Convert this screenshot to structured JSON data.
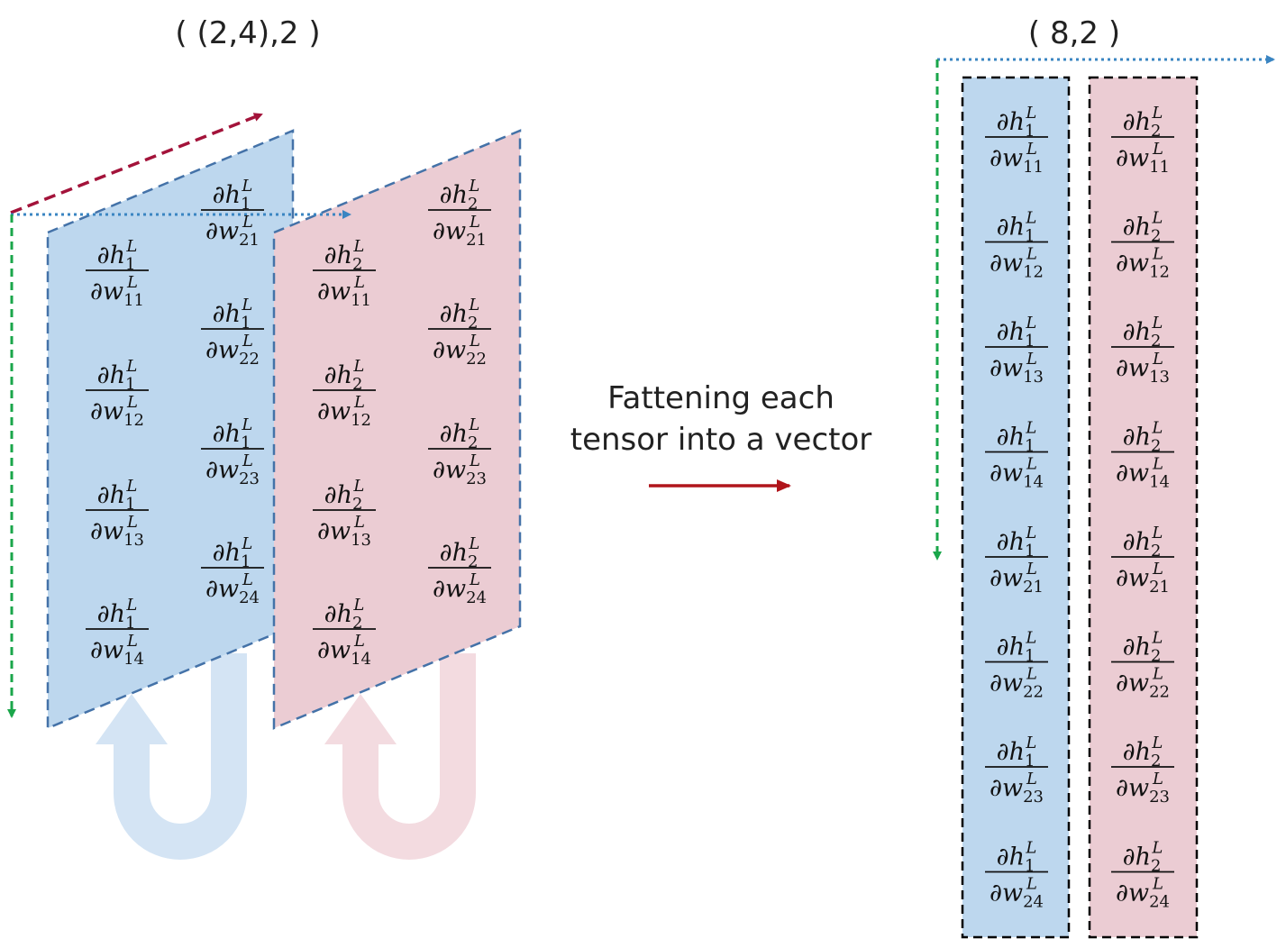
{
  "left_shape_label": "( (2,4),2 )",
  "right_shape_label": "( 8,2 )",
  "transform_text": [
    "Fattening each",
    "tensor into a vector"
  ],
  "colors": {
    "blue_fill": "#bdd7ee",
    "pink_fill": "#ebccd3",
    "blue_arrow_pale": "#d4e4f4",
    "pink_arrow_pale": "#f3dbe0",
    "dashed_border": "#4472a8",
    "red_dash": "#a3133a",
    "blue_dot": "#3a85c2",
    "green_dash": "#1aa64a",
    "arrow_red": "#b0151b",
    "box_border": "#000000"
  },
  "left_panels": [
    {
      "index": 1,
      "column_1": [
        {
          "h": "h",
          "h_sub": "1",
          "h_sup": "L",
          "w": "w",
          "w_sub": "11",
          "w_sup": "L"
        },
        {
          "h": "h",
          "h_sub": "1",
          "h_sup": "L",
          "w": "w",
          "w_sub": "12",
          "w_sup": "L"
        },
        {
          "h": "h",
          "h_sub": "1",
          "h_sup": "L",
          "w": "w",
          "w_sub": "13",
          "w_sup": "L"
        },
        {
          "h": "h",
          "h_sub": "1",
          "h_sup": "L",
          "w": "w",
          "w_sub": "14",
          "w_sup": "L"
        }
      ],
      "column_2": [
        {
          "h": "h",
          "h_sub": "1",
          "h_sup": "L",
          "w": "w",
          "w_sub": "21",
          "w_sup": "L"
        },
        {
          "h": "h",
          "h_sub": "1",
          "h_sup": "L",
          "w": "w",
          "w_sub": "22",
          "w_sup": "L"
        },
        {
          "h": "h",
          "h_sub": "1",
          "h_sup": "L",
          "w": "w",
          "w_sub": "23",
          "w_sup": "L"
        },
        {
          "h": "h",
          "h_sub": "1",
          "h_sup": "L",
          "w": "w",
          "w_sub": "24",
          "w_sup": "L"
        }
      ]
    },
    {
      "index": 2,
      "column_1": [
        {
          "h": "h",
          "h_sub": "2",
          "h_sup": "L",
          "w": "w",
          "w_sub": "11",
          "w_sup": "L"
        },
        {
          "h": "h",
          "h_sub": "2",
          "h_sup": "L",
          "w": "w",
          "w_sub": "12",
          "w_sup": "L"
        },
        {
          "h": "h",
          "h_sub": "2",
          "h_sup": "L",
          "w": "w",
          "w_sub": "13",
          "w_sup": "L"
        },
        {
          "h": "h",
          "h_sub": "2",
          "h_sup": "L",
          "w": "w",
          "w_sub": "14",
          "w_sup": "L"
        }
      ],
      "column_2": [
        {
          "h": "h",
          "h_sub": "2",
          "h_sup": "L",
          "w": "w",
          "w_sub": "21",
          "w_sup": "L"
        },
        {
          "h": "h",
          "h_sub": "2",
          "h_sup": "L",
          "w": "w",
          "w_sub": "22",
          "w_sup": "L"
        },
        {
          "h": "h",
          "h_sub": "2",
          "h_sup": "L",
          "w": "w",
          "w_sub": "23",
          "w_sup": "L"
        },
        {
          "h": "h",
          "h_sub": "2",
          "h_sup": "L",
          "w": "w",
          "w_sub": "24",
          "w_sup": "L"
        }
      ]
    }
  ],
  "right_columns": [
    {
      "index": 1,
      "entries": [
        {
          "h": "h",
          "h_sub": "1",
          "h_sup": "L",
          "w": "w",
          "w_sub": "11",
          "w_sup": "L"
        },
        {
          "h": "h",
          "h_sub": "1",
          "h_sup": "L",
          "w": "w",
          "w_sub": "12",
          "w_sup": "L"
        },
        {
          "h": "h",
          "h_sub": "1",
          "h_sup": "L",
          "w": "w",
          "w_sub": "13",
          "w_sup": "L"
        },
        {
          "h": "h",
          "h_sub": "1",
          "h_sup": "L",
          "w": "w",
          "w_sub": "14",
          "w_sup": "L"
        },
        {
          "h": "h",
          "h_sub": "1",
          "h_sup": "L",
          "w": "w",
          "w_sub": "21",
          "w_sup": "L"
        },
        {
          "h": "h",
          "h_sub": "1",
          "h_sup": "L",
          "w": "w",
          "w_sub": "22",
          "w_sup": "L"
        },
        {
          "h": "h",
          "h_sub": "1",
          "h_sup": "L",
          "w": "w",
          "w_sub": "23",
          "w_sup": "L"
        },
        {
          "h": "h",
          "h_sub": "1",
          "h_sup": "L",
          "w": "w",
          "w_sub": "24",
          "w_sup": "L"
        }
      ]
    },
    {
      "index": 2,
      "entries": [
        {
          "h": "h",
          "h_sub": "2",
          "h_sup": "L",
          "w": "w",
          "w_sub": "11",
          "w_sup": "L"
        },
        {
          "h": "h",
          "h_sub": "2",
          "h_sup": "L",
          "w": "w",
          "w_sub": "12",
          "w_sup": "L"
        },
        {
          "h": "h",
          "h_sub": "2",
          "h_sup": "L",
          "w": "w",
          "w_sub": "13",
          "w_sup": "L"
        },
        {
          "h": "h",
          "h_sub": "2",
          "h_sup": "L",
          "w": "w",
          "w_sub": "14",
          "w_sup": "L"
        },
        {
          "h": "h",
          "h_sub": "2",
          "h_sup": "L",
          "w": "w",
          "w_sub": "21",
          "w_sup": "L"
        },
        {
          "h": "h",
          "h_sub": "2",
          "h_sup": "L",
          "w": "w",
          "w_sub": "22",
          "w_sup": "L"
        },
        {
          "h": "h",
          "h_sub": "2",
          "h_sup": "L",
          "w": "w",
          "w_sub": "23",
          "w_sup": "L"
        },
        {
          "h": "h",
          "h_sub": "2",
          "h_sup": "L",
          "w": "w",
          "w_sub": "24",
          "w_sup": "L"
        }
      ]
    }
  ]
}
